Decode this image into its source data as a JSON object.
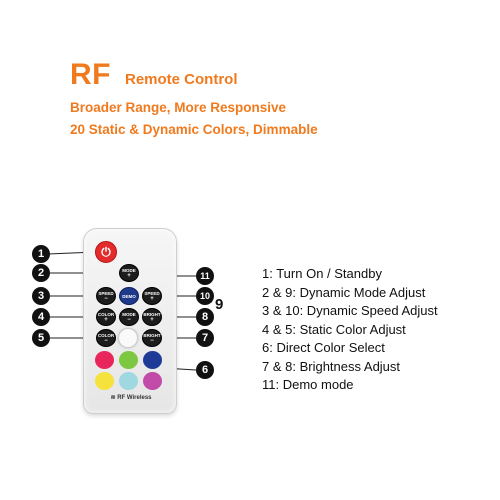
{
  "header": {
    "rf": "RF",
    "subtitle": "Remote Control",
    "tagline1": "Broader Range, More Responsive",
    "tagline2": "20 Static & Dynamic Colors, Dimmable"
  },
  "remote": {
    "power_symbol": "⏻",
    "buttons": {
      "mode_top": "MODE",
      "speed_left": "SPEED",
      "demo": "DEMO",
      "speed_right": "SPEED",
      "color_top": "COLOR",
      "mode_mid": "MODE",
      "bright_top": "BRIGHT",
      "color_bottom": "COLOR",
      "bright_bottom": "BRIGHT"
    },
    "plus": "+",
    "minus": "−",
    "footer": "RF Wireless",
    "colors": [
      "#e8265b",
      "#7dc840",
      "#1d3a96",
      "#f5e23c",
      "#9fd8e0",
      "#c24aa8"
    ]
  },
  "callouts": [
    "1",
    "2",
    "3",
    "4",
    "5",
    "6",
    "7",
    "8",
    "9",
    "10",
    "11"
  ],
  "legend": [
    "1: Turn On / Standby",
    "2 & 9: Dynamic Mode Adjust",
    "3 & 10: Dynamic Speed Adjust",
    "4 & 5: Static Color Adjust",
    "6: Direct Color Select",
    "7 & 8: Brightness Adjust",
    "11: Demo mode"
  ]
}
